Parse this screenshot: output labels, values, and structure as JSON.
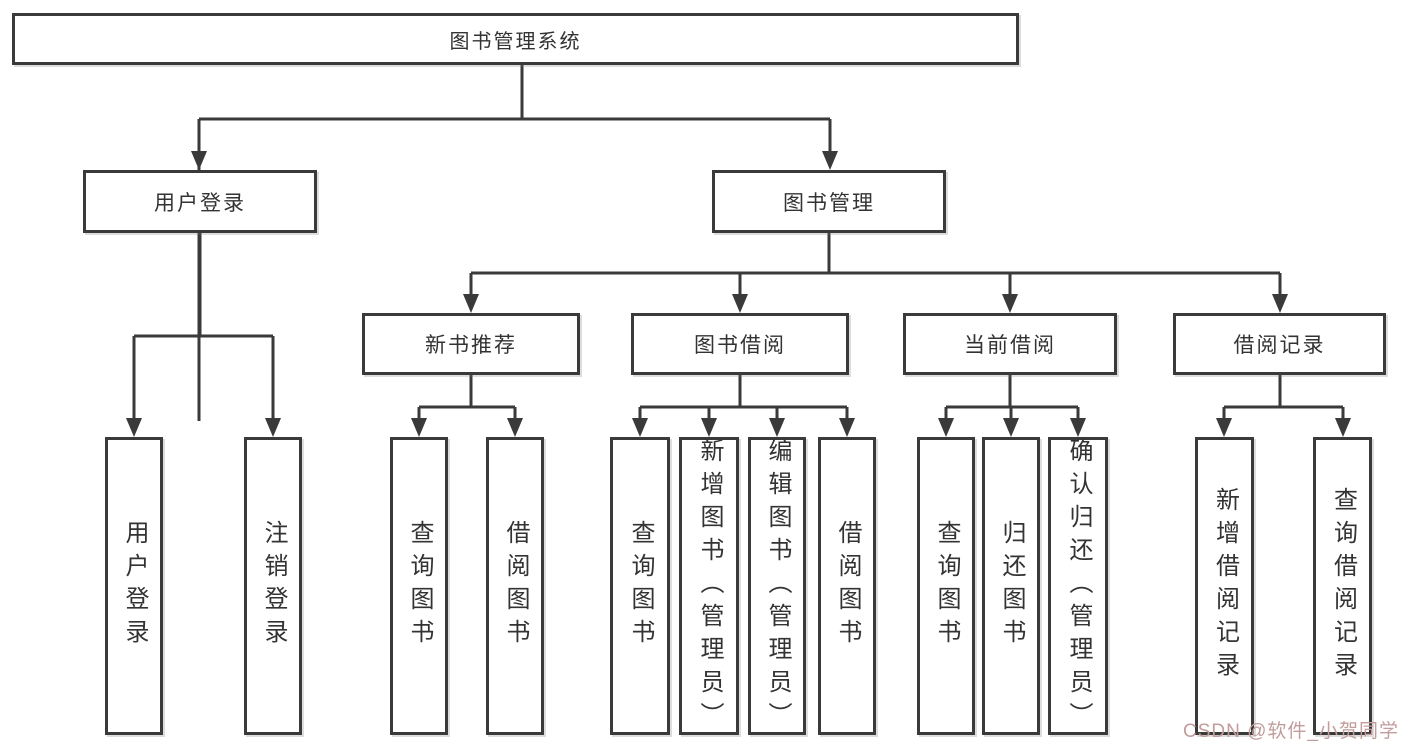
{
  "diagram": {
    "root": {
      "label": "图书管理系统"
    },
    "level2": [
      {
        "id": "user-login",
        "label": "用户登录"
      },
      {
        "id": "book-management",
        "label": "图书管理"
      }
    ],
    "level3": [
      {
        "id": "new-book-recommend",
        "label": "新书推荐"
      },
      {
        "id": "book-borrow",
        "label": "图书借阅"
      },
      {
        "id": "current-borrow",
        "label": "当前借阅"
      },
      {
        "id": "borrow-record",
        "label": "借阅记录"
      }
    ],
    "leaves": {
      "user_login": [
        "用户登录",
        "注销登录"
      ],
      "new_book_recommend": [
        "查询图书",
        "借阅图书"
      ],
      "book_borrow": [
        "查询图书",
        "新增图书（管理员）",
        "编辑图书（管理员）",
        "借阅图书"
      ],
      "current_borrow": [
        "查询图书",
        "归还图书",
        "确认归还（管理员）"
      ],
      "borrow_record": [
        "新增借阅记录",
        "查询借阅记录"
      ]
    }
  },
  "watermark": {
    "text": "CSDN @软件_小贺同学"
  },
  "colors": {
    "line": "#3a3a3a",
    "text": "#333333",
    "box_background": "#ffffff",
    "watermark": "#c39c9c"
  }
}
